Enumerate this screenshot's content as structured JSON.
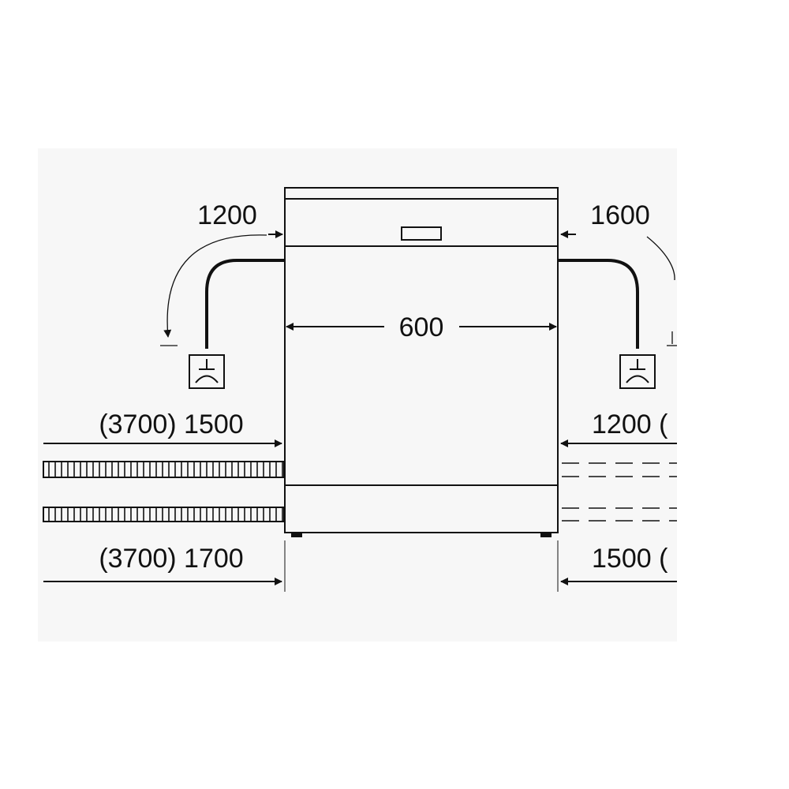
{
  "colors": {
    "line": "#111111",
    "background": "#f7f7f7",
    "page": "#ffffff"
  },
  "labels": {
    "left_outlet": "1200",
    "right_outlet": "1600",
    "width": "600",
    "left_upper_hose": "(3700) 1500",
    "right_upper_hose": "1200 (",
    "left_lower_hose": "(3700) 1700",
    "right_lower_hose": "1500 ("
  },
  "icons": {
    "left_connection": "water-connection-icon",
    "right_connection": "water-connection-icon"
  }
}
